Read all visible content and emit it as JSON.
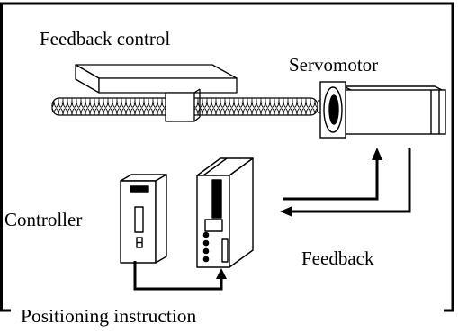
{
  "labels": {
    "title": "Feedback control",
    "servomotor": "Servomotor",
    "controller": "Controller",
    "feedback": "Feedback",
    "positioning": "Positioning instruction"
  },
  "colors": {
    "line": "#000000",
    "background": "#ffffff"
  },
  "icons": {
    "table": "slide-table",
    "screw": "ball-screw",
    "motor": "servomotor-body",
    "controller": "plc-controller",
    "driver": "servo-amplifier"
  }
}
